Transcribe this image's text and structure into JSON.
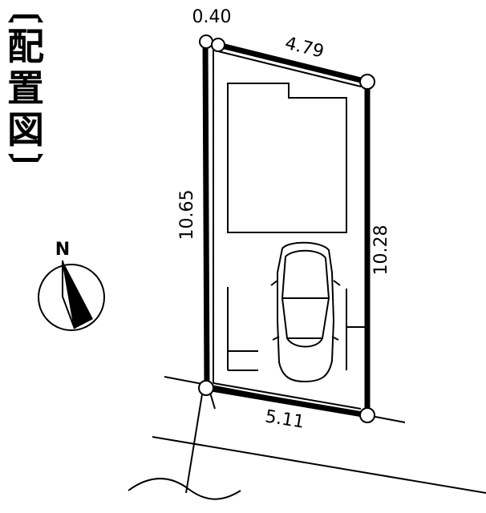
{
  "title": {
    "chars": [
      "配",
      "置",
      "図"
    ]
  },
  "compass": {
    "label": "N"
  },
  "dimensions": {
    "top_short": "0.40",
    "top": "4.79",
    "left": "10.65",
    "right": "10.28",
    "bottom": "5.11"
  },
  "colors": {
    "line": "#000000",
    "background": "#ffffff"
  }
}
